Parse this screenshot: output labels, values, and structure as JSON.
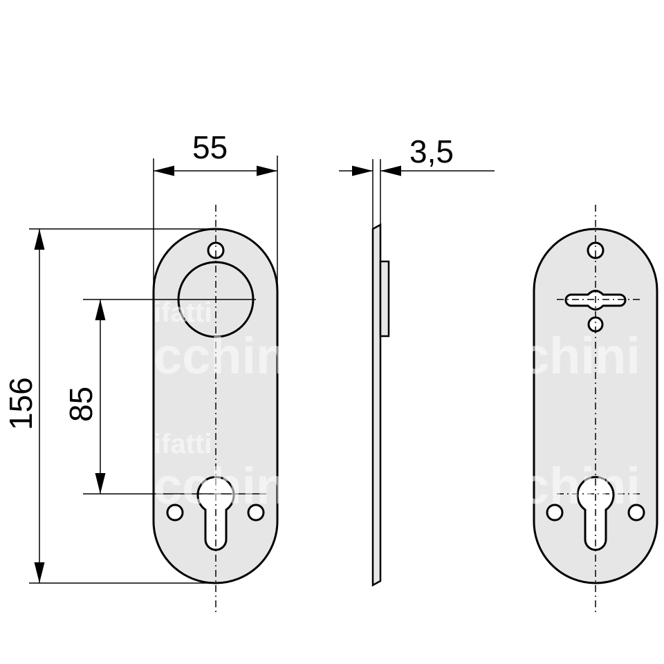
{
  "dimensions": {
    "width": "55",
    "thickness": "3,5",
    "height": "156",
    "center_distance": "85"
  },
  "watermark": {
    "line1": "ifatti",
    "line2": "cchini"
  },
  "colors": {
    "plate_fill": "#e6e6e6",
    "line": "#000000",
    "background": "#ffffff"
  }
}
